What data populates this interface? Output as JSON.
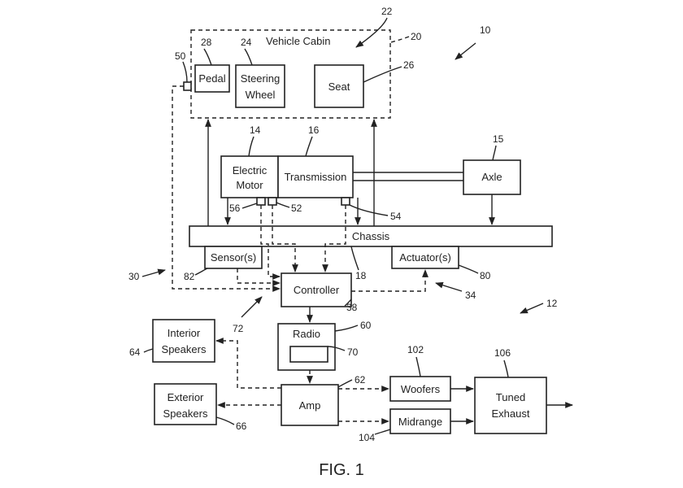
{
  "diagram": {
    "vehicle_cabin": "Vehicle Cabin",
    "pedal": "Pedal",
    "steering_line1": "Steering",
    "steering_line2": "Wheel",
    "seat": "Seat",
    "electric_line1": "Electric",
    "electric_line2": "Motor",
    "transmission": "Transmission",
    "axle": "Axle",
    "chassis": "Chassis",
    "sensors": "Sensor(s)",
    "actuators": "Actuator(s)",
    "controller": "Controller",
    "radio": "Radio",
    "interior_line1": "Interior",
    "interior_line2": "Speakers",
    "exterior_line1": "Exterior",
    "exterior_line2": "Speakers",
    "amp": "Amp",
    "woofers": "Woofers",
    "midrange": "Midrange",
    "tuned_line1": "Tuned",
    "tuned_line2": "Exhaust"
  },
  "refs": {
    "r10": "10",
    "r12": "12",
    "r14": "14",
    "r15": "15",
    "r16": "16",
    "r18": "18",
    "r20": "20",
    "r22": "22",
    "r24": "24",
    "r26": "26",
    "r28": "28",
    "r30": "30",
    "r34": "34",
    "r38": "38",
    "r50": "50",
    "r52": "52",
    "r54": "54",
    "r56": "56",
    "r60": "60",
    "r62": "62",
    "r64": "64",
    "r66": "66",
    "r70": "70",
    "r72": "72",
    "r80": "80",
    "r82": "82",
    "r102": "102",
    "r104": "104",
    "r106": "106"
  },
  "caption": "FIG. 1"
}
